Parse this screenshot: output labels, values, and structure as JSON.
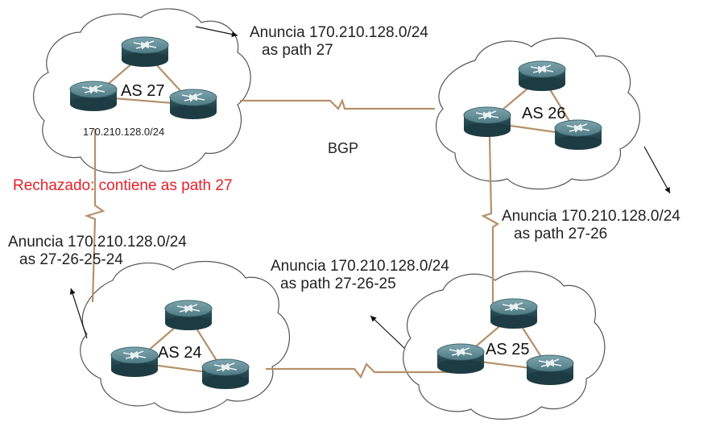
{
  "protocol": "BGP",
  "colors": {
    "link": "#b5906a",
    "rejected": "#e8202a",
    "router": "#3f6b74"
  },
  "systems": [
    {
      "id": "as27",
      "label": "AS 27",
      "network": "170.210.128.0/24"
    },
    {
      "id": "as26",
      "label": "AS 26"
    },
    {
      "id": "as25",
      "label": "AS 25"
    },
    {
      "id": "as24",
      "label": "AS 24"
    }
  ],
  "announcements": [
    {
      "line1": "Anuncia 170.210.128.0/24",
      "line2": "as path 27"
    },
    {
      "line1": "Anuncia 170.210.128.0/24",
      "line2": "as path 27-26"
    },
    {
      "line1": "Anuncia 170.210.128.0/24",
      "line2": "as path 27-26-25"
    },
    {
      "line1": "Anuncia 170.210.128.0/24",
      "line2": "as 27-26-25-24"
    }
  ],
  "rejection": "Rechazado: contiene as path 27",
  "icons": {
    "router": "router-icon",
    "cloud": "cloud-icon"
  }
}
